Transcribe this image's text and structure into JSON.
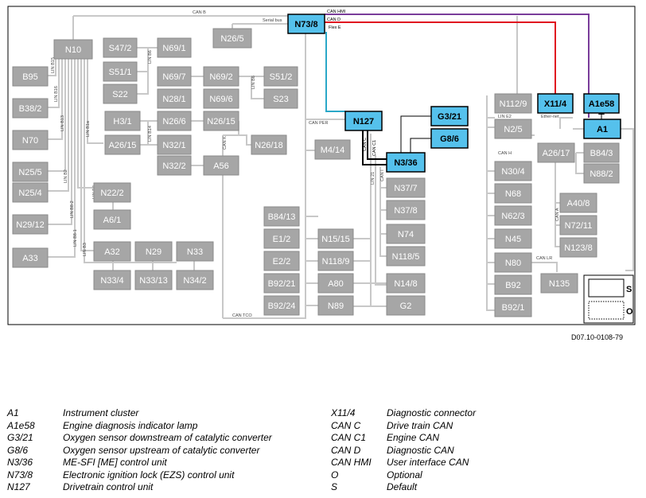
{
  "reference_code": "D07.10-0108-79",
  "nodes": [
    {
      "id": "N10",
      "label": "N10",
      "kind": "gray"
    },
    {
      "id": "B95",
      "label": "B95",
      "kind": "gray"
    },
    {
      "id": "B38/2",
      "label": "B38/2",
      "kind": "gray"
    },
    {
      "id": "N70",
      "label": "N70",
      "kind": "gray"
    },
    {
      "id": "N25/5",
      "label": "N25/5",
      "kind": "gray"
    },
    {
      "id": "N25/4",
      "label": "N25/4",
      "kind": "gray"
    },
    {
      "id": "N29/12",
      "label": "N29/12",
      "kind": "gray"
    },
    {
      "id": "A33",
      "label": "A33",
      "kind": "gray"
    },
    {
      "id": "S47/2",
      "label": "S47/2",
      "kind": "gray"
    },
    {
      "id": "S51/1",
      "label": "S51/1",
      "kind": "gray"
    },
    {
      "id": "S22",
      "label": "S22",
      "kind": "gray"
    },
    {
      "id": "N69/1",
      "label": "N69/1",
      "kind": "gray"
    },
    {
      "id": "N26/5",
      "label": "N26/5",
      "kind": "gray"
    },
    {
      "id": "N69/7",
      "label": "N69/7",
      "kind": "gray"
    },
    {
      "id": "N69/2",
      "label": "N69/2",
      "kind": "gray"
    },
    {
      "id": "S51/2",
      "label": "S51/2",
      "kind": "gray"
    },
    {
      "id": "N28/1",
      "label": "N28/1",
      "kind": "gray"
    },
    {
      "id": "N69/6",
      "label": "N69/6",
      "kind": "gray"
    },
    {
      "id": "S23",
      "label": "S23",
      "kind": "gray"
    },
    {
      "id": "H3/1",
      "label": "H3/1",
      "kind": "gray"
    },
    {
      "id": "N26/6",
      "label": "N26/6",
      "kind": "gray"
    },
    {
      "id": "N26/15",
      "label": "N26/15",
      "kind": "gray"
    },
    {
      "id": "A26/15",
      "label": "A26/15",
      "kind": "gray"
    },
    {
      "id": "N32/1",
      "label": "N32/1",
      "kind": "gray"
    },
    {
      "id": "N26/18",
      "label": "N26/18",
      "kind": "gray"
    },
    {
      "id": "N32/2",
      "label": "N32/2",
      "kind": "gray"
    },
    {
      "id": "A56",
      "label": "A56",
      "kind": "gray"
    },
    {
      "id": "N22/2",
      "label": "N22/2",
      "kind": "gray"
    },
    {
      "id": "A6/1",
      "label": "A6/1",
      "kind": "gray"
    },
    {
      "id": "A32",
      "label": "A32",
      "kind": "gray"
    },
    {
      "id": "N29",
      "label": "N29",
      "kind": "gray"
    },
    {
      "id": "N33",
      "label": "N33",
      "kind": "gray"
    },
    {
      "id": "N33/4",
      "label": "N33/4",
      "kind": "gray"
    },
    {
      "id": "N33/13",
      "label": "N33/13",
      "kind": "gray"
    },
    {
      "id": "N34/2",
      "label": "N34/2",
      "kind": "gray"
    },
    {
      "id": "N73/8",
      "label": "N73/8",
      "kind": "blue"
    },
    {
      "id": "N127",
      "label": "N127",
      "kind": "blue"
    },
    {
      "id": "M4/14",
      "label": "M4/14",
      "kind": "gray"
    },
    {
      "id": "G3/21",
      "label": "G3/21",
      "kind": "blue"
    },
    {
      "id": "G8/6",
      "label": "G8/6",
      "kind": "blue"
    },
    {
      "id": "N3/36",
      "label": "N3/36",
      "kind": "blue"
    },
    {
      "id": "N37/7",
      "label": "N37/7",
      "kind": "gray"
    },
    {
      "id": "N37/8",
      "label": "N37/8",
      "kind": "gray"
    },
    {
      "id": "N74",
      "label": "N74",
      "kind": "gray"
    },
    {
      "id": "N118/5",
      "label": "N118/5",
      "kind": "gray"
    },
    {
      "id": "B84/13",
      "label": "B84/13",
      "kind": "gray"
    },
    {
      "id": "E1/2",
      "label": "E1/2",
      "kind": "gray"
    },
    {
      "id": "E2/2",
      "label": "E2/2",
      "kind": "gray"
    },
    {
      "id": "B92/21",
      "label": "B92/21",
      "kind": "gray"
    },
    {
      "id": "B92/24",
      "label": "B92/24",
      "kind": "gray"
    },
    {
      "id": "N15/15",
      "label": "N15/15",
      "kind": "gray"
    },
    {
      "id": "N118/9",
      "label": "N118/9",
      "kind": "gray"
    },
    {
      "id": "A80",
      "label": "A80",
      "kind": "gray"
    },
    {
      "id": "N89",
      "label": "N89",
      "kind": "gray"
    },
    {
      "id": "N14/8",
      "label": "N14/8",
      "kind": "gray"
    },
    {
      "id": "G2",
      "label": "G2",
      "kind": "gray"
    },
    {
      "id": "N112/9",
      "label": "N112/9",
      "kind": "gray"
    },
    {
      "id": "N2/5",
      "label": "N2/5",
      "kind": "gray"
    },
    {
      "id": "N30/4",
      "label": "N30/4",
      "kind": "gray"
    },
    {
      "id": "N68",
      "label": "N68",
      "kind": "gray"
    },
    {
      "id": "N62/3",
      "label": "N62/3",
      "kind": "gray"
    },
    {
      "id": "N45",
      "label": "N45",
      "kind": "gray"
    },
    {
      "id": "N80",
      "label": "N80",
      "kind": "gray"
    },
    {
      "id": "B92",
      "label": "B92",
      "kind": "gray"
    },
    {
      "id": "B92/1",
      "label": "B92/1",
      "kind": "gray"
    },
    {
      "id": "N135",
      "label": "N135",
      "kind": "gray"
    },
    {
      "id": "X11/4",
      "label": "X11/4",
      "kind": "blue"
    },
    {
      "id": "A1e58",
      "label": "A1e58",
      "kind": "blue"
    },
    {
      "id": "A1",
      "label": "A1",
      "kind": "blue"
    },
    {
      "id": "A26/17",
      "label": "A26/17",
      "kind": "gray"
    },
    {
      "id": "B84/3",
      "label": "B84/3",
      "kind": "gray"
    },
    {
      "id": "N88/2",
      "label": "N88/2",
      "kind": "gray"
    },
    {
      "id": "A40/8",
      "label": "A40/8",
      "kind": "gray"
    },
    {
      "id": "N72/11",
      "label": "N72/11",
      "kind": "gray"
    },
    {
      "id": "N123/8",
      "label": "N123/8",
      "kind": "gray"
    }
  ],
  "bus_labels": [
    {
      "id": "can-b",
      "text": "CAN B"
    },
    {
      "id": "serial-bus",
      "text": "Serial bus"
    },
    {
      "id": "can-hmi",
      "text": "CAN HMI"
    },
    {
      "id": "can-d",
      "text": "CAN D"
    },
    {
      "id": "flex-e",
      "text": "Flex E"
    },
    {
      "id": "can-per",
      "text": "CAN PER"
    },
    {
      "id": "can-c",
      "text": "CAN C"
    },
    {
      "id": "can-c1",
      "text": "CAN C1"
    },
    {
      "id": "can-tco",
      "text": "CAN TCO"
    },
    {
      "id": "can-k",
      "text": "CAN K"
    },
    {
      "id": "lin-e2",
      "text": "LIN E2"
    },
    {
      "id": "can-h",
      "text": "CAN H"
    },
    {
      "id": "ethernet",
      "text": "Ether-net"
    },
    {
      "id": "can-a",
      "text": "CAN A"
    },
    {
      "id": "can-lr",
      "text": "CAN LR"
    },
    {
      "id": "lin-21",
      "text": "LIN 21"
    },
    {
      "id": "can-i",
      "text": "CAN I"
    },
    {
      "id": "lin-b6",
      "text": "LIN B6"
    },
    {
      "id": "lin-b6b",
      "text": "LIN B6"
    },
    {
      "id": "lin-b14",
      "text": "LIN B14"
    },
    {
      "id": "lin-b15",
      "text": "LIN B15"
    },
    {
      "id": "lin-b16",
      "text": "LIN B16"
    },
    {
      "id": "lin-b13",
      "text": "LIN B13"
    },
    {
      "id": "lin-b2",
      "text": "LIN B2"
    },
    {
      "id": "lin-b8-2",
      "text": "LIN B8-2"
    },
    {
      "id": "lin-b8-1",
      "text": "LIN B8-1"
    },
    {
      "id": "lin-b3",
      "text": "LIN B3"
    },
    {
      "id": "lin-b8",
      "text": "LIN B8"
    },
    {
      "id": "lin-b1a",
      "text": "LIN B1a"
    }
  ],
  "key": {
    "s": "S",
    "o": "O"
  },
  "legend_left": [
    {
      "code": "A1",
      "desc": "Instrument cluster"
    },
    {
      "code": "A1e58",
      "desc": "Engine diagnosis indicator lamp"
    },
    {
      "code": "G3/21",
      "desc": "Oxygen sensor downstream of catalytic converter"
    },
    {
      "code": "G8/6",
      "desc": "Oxygen sensor upstream of catalytic converter"
    },
    {
      "code": "N3/36",
      "desc": "ME-SFI [ME] control unit"
    },
    {
      "code": "N73/8",
      "desc": "Electronic ignition lock (EZS) control unit"
    },
    {
      "code": "N127",
      "desc": "Drivetrain control unit"
    }
  ],
  "legend_right": [
    {
      "code": "X11/4",
      "desc": "Diagnostic connector"
    },
    {
      "code": "CAN C",
      "desc": "Drive train CAN"
    },
    {
      "code": "CAN C1",
      "desc": "Engine CAN"
    },
    {
      "code": "CAN D",
      "desc": "Diagnostic CAN"
    },
    {
      "code": "CAN HMI",
      "desc": "User interface CAN"
    },
    {
      "code": "O",
      "desc": "Optional"
    },
    {
      "code": "S",
      "desc": "Default"
    }
  ],
  "colors": {
    "gray_box": "#a6a6a6",
    "blue_box": "#55c1ec",
    "bus_gray": "#c8c8c8",
    "can_d": "#e01020",
    "can_hmi": "#7a3c9a",
    "flex_e": "#2aa8c8"
  }
}
